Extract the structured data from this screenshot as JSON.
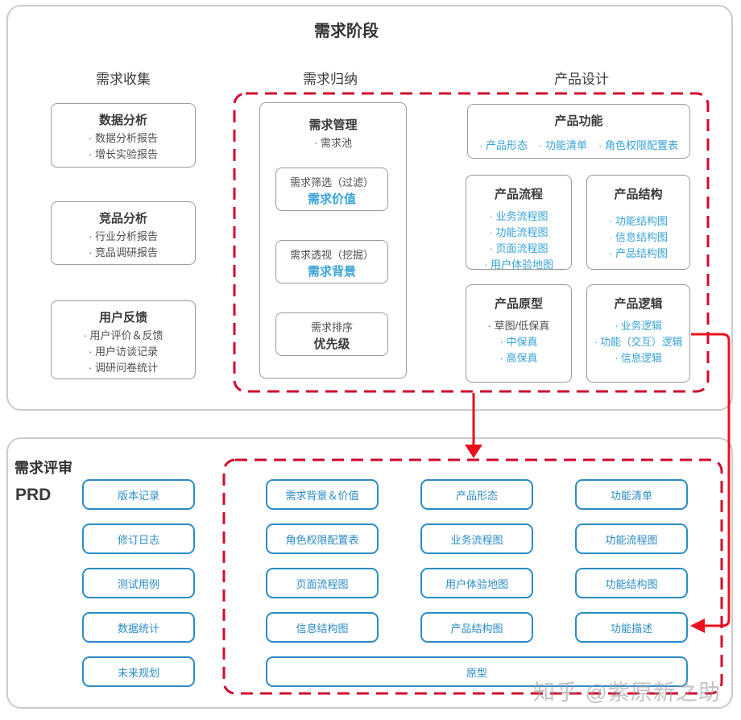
{
  "title": "需求阶段",
  "headers": {
    "collect": "需求收集",
    "organize": "需求归纳",
    "design": "产品设计"
  },
  "collect_boxes": [
    {
      "title": "数据分析",
      "items": [
        "数据分析报告",
        "增长实验报告"
      ]
    },
    {
      "title": "竞品分析",
      "items": [
        "行业分析报告",
        "竞品调研报告"
      ]
    },
    {
      "title": "用户反馈",
      "items": [
        "用户评价＆反馈",
        "用户访谈记录",
        "调研问卷统计"
      ]
    }
  ],
  "manage": {
    "title": "需求管理",
    "item": "需求池",
    "steps": [
      {
        "label": "需求筛选（过滤）",
        "value": "需求价值"
      },
      {
        "label": "需求透视（挖掘）",
        "value": "需求背景"
      },
      {
        "label": "需求排序",
        "value": "优先级"
      }
    ]
  },
  "design": {
    "feature": {
      "title": "产品功能",
      "items": [
        "产品形态",
        "功能清单",
        "角色权限配置表"
      ]
    },
    "flow": {
      "title": "产品流程",
      "items": [
        "业务流程图",
        "功能流程图",
        "页面流程图",
        "用户体验地图"
      ]
    },
    "structure": {
      "title": "产品结构",
      "items": [
        "功能结构图",
        "信息结构图",
        "产品结构图"
      ]
    },
    "prototype": {
      "title": "产品原型",
      "items": [
        "草图/低保真",
        "中保真",
        "高保真"
      ]
    },
    "logic": {
      "title": "产品逻辑",
      "items": [
        "业务逻辑",
        "功能（交互）逻辑",
        "信息逻辑"
      ]
    }
  },
  "review": {
    "heading": "需求评审",
    "subheading": "PRD",
    "prd_items": [
      "版本记录",
      "修订日志",
      "测试用例",
      "数据统计",
      "未来规划"
    ],
    "grid": [
      [
        "需求背景＆价值",
        "角色权限配置表",
        "页面流程图",
        "信息结构图"
      ],
      [
        "产品形态",
        "业务流程图",
        "用户体验地图",
        "产品结构图"
      ],
      [
        "功能清单",
        "功能流程图",
        "功能结构图",
        "功能描述"
      ]
    ],
    "wide": "原型"
  },
  "watermark": "知乎 @紫原新之助",
  "colors": {
    "red-dash": "#cf0a2c",
    "red-solid": "#e8101e",
    "blue-light": "#38a3d6",
    "blue-deep": "#2b8cc6",
    "text-dark": "#3a3a3a",
    "text-body": "#4e4e4e",
    "border-gray": "#9a9a9a",
    "panel-gray": "#cbcbcb"
  }
}
